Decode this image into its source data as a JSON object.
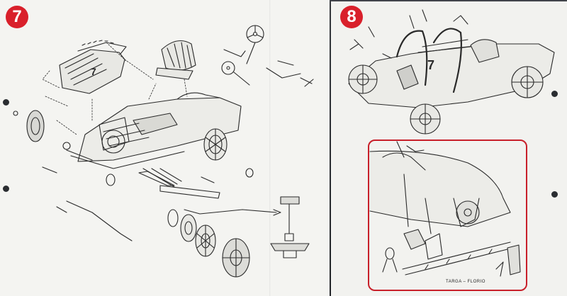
{
  "steps": {
    "left": {
      "number": "7"
    },
    "right": {
      "number": "8"
    }
  },
  "car_number": "7",
  "inset_caption": "TARGA – FLORIO",
  "colors": {
    "accent_red": "#d9202b",
    "ink": "#2a2a2a",
    "paper": "#f4f4f1"
  },
  "icons": {
    "badge": "step-number-circle",
    "hammer": "hammer-icon",
    "wheel": "wheel-icon"
  }
}
